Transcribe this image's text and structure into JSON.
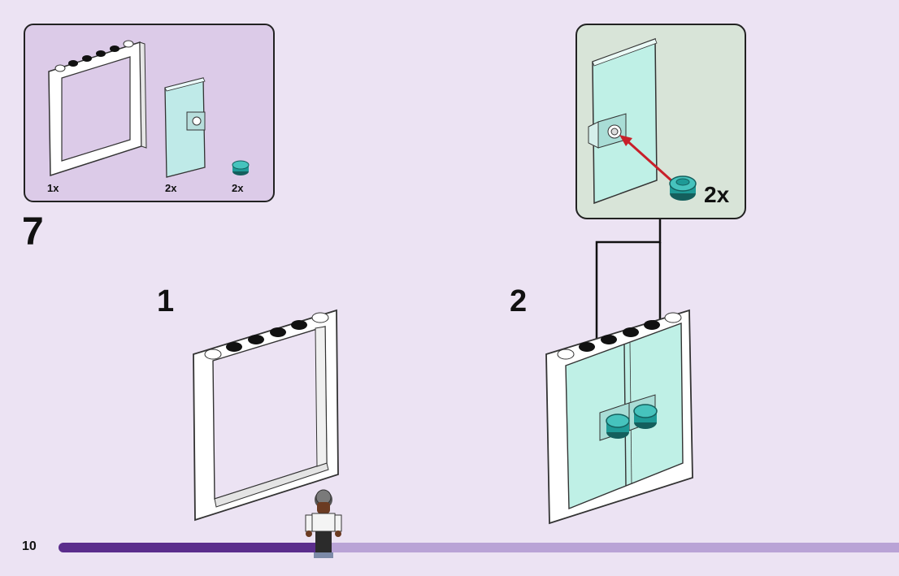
{
  "step": {
    "number": "7",
    "page_number": "10"
  },
  "parts_list": [
    {
      "name": "white frame 1x4x5",
      "qty": "1x",
      "color": "#ffffff"
    },
    {
      "name": "transparent light blue door",
      "qty": "2x",
      "color": "#bfeae8"
    },
    {
      "name": "dark turquoise round plate 1x1",
      "qty": "2x",
      "color": "#1e9a96"
    }
  ],
  "substeps": [
    {
      "label": "1"
    },
    {
      "label": "2"
    }
  ],
  "callout": {
    "qty": "2x"
  },
  "progress": {
    "fraction": 0.31
  },
  "colors": {
    "background": "#ece3f3",
    "parts_box": "#dccbe8",
    "callout_box": "#d8e4d8",
    "progress_fill": "#5b2d8c",
    "progress_track": "#b9a3d6",
    "arrow_red": "#c8202a"
  }
}
